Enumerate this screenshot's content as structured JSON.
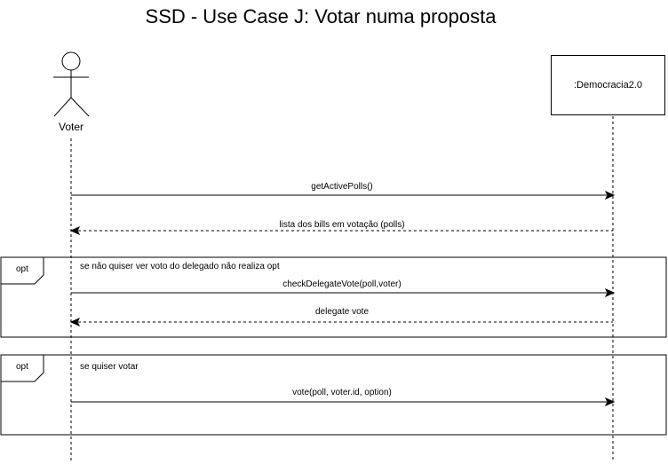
{
  "title": "SSD - Use Case J: Votar numa proposta",
  "actor": {
    "name": "Voter"
  },
  "system": {
    "name": ":Democracia2.0"
  },
  "messages": [
    {
      "label": "getActivePolls()",
      "type": "sync"
    },
    {
      "label": "lista dos bills em votação (polls)",
      "type": "return"
    },
    {
      "label": "checkDelegateVote(poll,voter)",
      "type": "sync"
    },
    {
      "label": "delegate vote",
      "type": "return"
    },
    {
      "label": "vote(poll, voter.id, option)",
      "type": "sync"
    }
  ],
  "fragments": [
    {
      "operator": "opt",
      "guard": "se não quiser ver voto do delegado não realiza opt"
    },
    {
      "operator": "opt",
      "guard": "se quiser votar"
    }
  ]
}
